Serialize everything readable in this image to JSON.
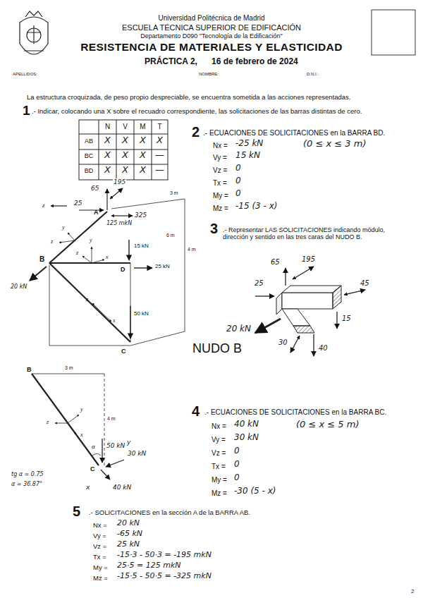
{
  "diagram": {
    "title": "RESISTENCIA DE MATERIALES Y ELASTICIDAD",
    "labels": [
      "Universidad Politécnica de Madrid",
      "ESCUELA TÉCNICA SUPERIOR DE EDIFICACIÓN",
      "Departamento D090 \"Tecnología de la Edificación\"",
      "PRÁCTICA 2,",
      "16 de febrero de 2024",
      "APELLIDOS:",
      "NOMBRE:",
      "D.N.I.:",
      "La estructura croquizada, de peso propio despreciable, se encuentra sometida a las acciones representadas.",
      "1",
      ".- Indicar, colocando una X sobre el recuadro correspondiente, las solicitaciones de las barras distintas de cero.",
      "N",
      "V",
      "M",
      "T",
      "AB",
      "X",
      "X",
      "X",
      "X",
      "BC",
      "X",
      "X",
      "X",
      "—",
      "BD",
      "X",
      "X",
      "X",
      "—",
      "2",
      ".- ECUACIONES DE SOLICITACIONES en la BARRA BD.",
      "Nx =",
      "-25 kN",
      "(0 ≤ x ≤ 3 m)",
      "Vy =",
      "15 kN",
      "Vz =",
      "0",
      "Tx =",
      "0",
      "My =",
      "0",
      "Mz =",
      "-15 (3 - x)",
      "3",
      ".- Representar LAS SOLICITACIONES indicando módulo, dirección y sentido en las tres caras del NUDO B.",
      "NUDO B",
      "65",
      "195",
      "25",
      "15",
      "45",
      "20 kN",
      "30",
      "40",
      "4",
      ".- ECUACIONES DE SOLICITACIONES en la BARRA BC.",
      "Nx =",
      "40 kN",
      "(0 ≤ x ≤ 5 m)",
      "Vy =",
      "30 kN",
      "Vz =",
      "0",
      "Tx =",
      "0",
      "My =",
      "0",
      "Mz =",
      "-30 (5 - x)",
      "5",
      ".- SOLICITACIONES en la sección A de la BARRA AB.",
      "Nx =",
      "20 kN",
      "Vy =",
      "-65 kN",
      "Vz =",
      "25 kN",
      "Tx =",
      "-15·3 - 50·3 = -195 mkN",
      "My =",
      "25·5 = 125 mkN",
      "Mz =",
      "-15·5 - 50·5 = -325 mkN",
      "2",
      "65",
      "195",
      "25",
      "325",
      "125 mkN",
      "z",
      "A",
      "3 m",
      "B",
      "20 kN",
      "y",
      "z",
      "y",
      "z",
      "x",
      "15 kN",
      "D",
      "25 kN",
      "6 m",
      "4 m",
      "z",
      "x",
      "50 kN",
      "C",
      "B",
      "3 m",
      "4 m",
      "y",
      "z",
      "x",
      "α",
      "50 kN",
      "y",
      "30 kN",
      "C",
      "tg α = 0.75",
      "α = 36.87°",
      "x",
      "40 kN"
    ]
  }
}
